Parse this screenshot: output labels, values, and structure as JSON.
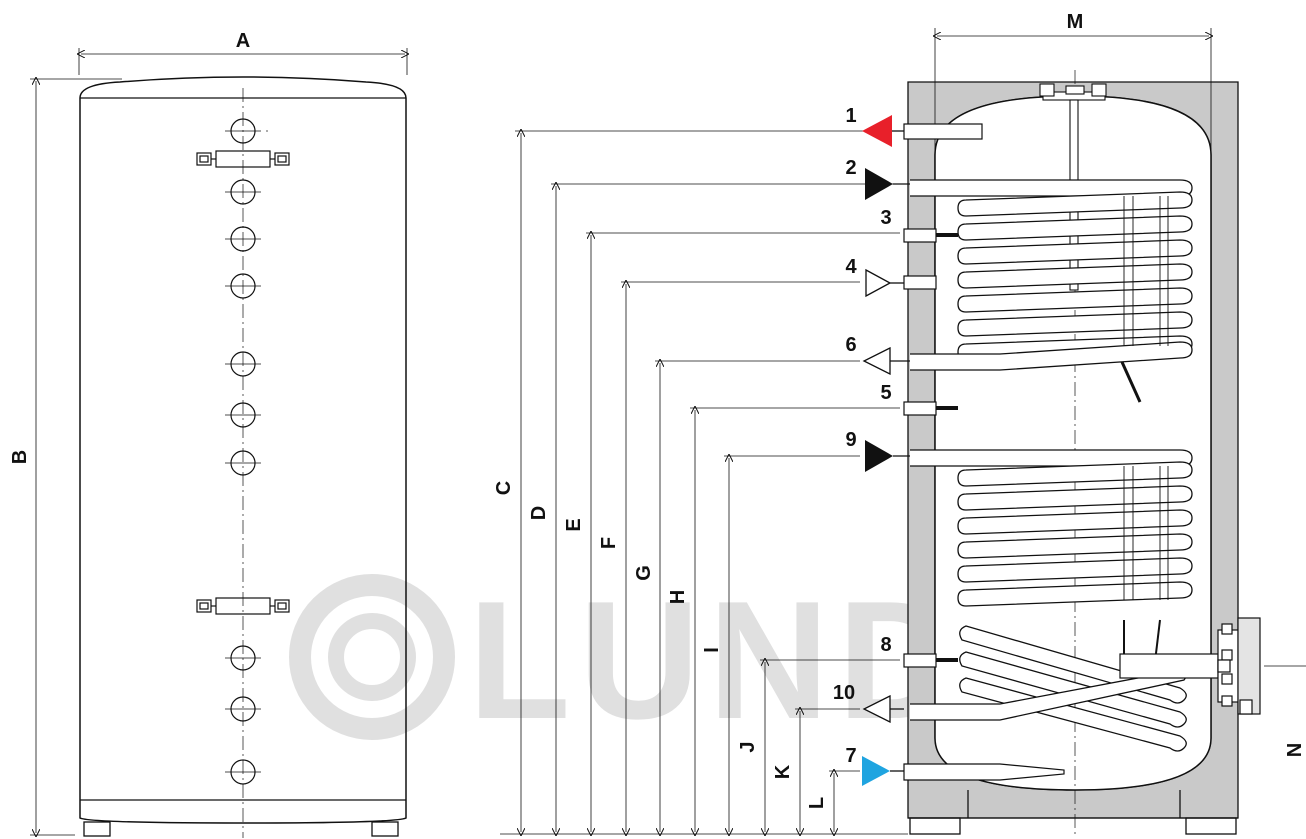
{
  "watermark": {
    "brand": "LUNDA"
  },
  "colors": {
    "hot_outlet": "#e8202a",
    "cold_inlet": "#1fa4e0",
    "insulation": "#c9c9c9",
    "line": "#111111"
  },
  "front_view": {
    "width_label": "A",
    "height_label": "B"
  },
  "section_view": {
    "width_label": "M",
    "flange_label": "N",
    "height_labels": [
      "C",
      "D",
      "E",
      "F",
      "G",
      "H",
      "I",
      "J",
      "K",
      "L"
    ]
  },
  "connections": [
    {
      "number": "1",
      "marker": "solid-triangle",
      "color": "#e8202a"
    },
    {
      "number": "2",
      "marker": "solid-triangle",
      "color": "#111111"
    },
    {
      "number": "3",
      "marker": "none"
    },
    {
      "number": "4",
      "marker": "hollow-triangle"
    },
    {
      "number": "6",
      "marker": "hollow-triangle"
    },
    {
      "number": "5",
      "marker": "none"
    },
    {
      "number": "9",
      "marker": "solid-triangle",
      "color": "#111111"
    },
    {
      "number": "8",
      "marker": "none"
    },
    {
      "number": "10",
      "marker": "hollow-triangle"
    },
    {
      "number": "7",
      "marker": "solid-triangle",
      "color": "#1fa4e0"
    }
  ]
}
